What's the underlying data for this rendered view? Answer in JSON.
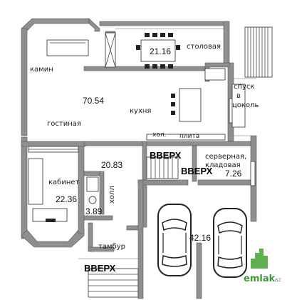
{
  "rooms": {
    "kamin": "камин",
    "stolovaya": "столовая",
    "stolovaya_area": "21.16",
    "spusk_line1": "спуск",
    "spusk_line2": "в",
    "spusk_line3": "цоколь",
    "living_area": "70.54",
    "kukhnya": "кухня",
    "gostinaya": "гостиная",
    "khol_short": "хол.",
    "plita": "плита",
    "kabinet": "кабинет",
    "kabinet_area": "22.36",
    "hall_area": "20.83",
    "vverkh_1": "ВВЕРХ",
    "vverkh_2": "ВВЕРХ",
    "vverkh_3": "ВВЕРХ",
    "servernaya_line1": "серверная,",
    "servernaya_line2": "кладовая",
    "servernaya_area": "7.26",
    "kholl": "холл",
    "wc_area": "3.89",
    "garage_area": "42.16",
    "tambur": "тамбур"
  },
  "logo": {
    "name": "emlak",
    "suffix": ".az"
  }
}
